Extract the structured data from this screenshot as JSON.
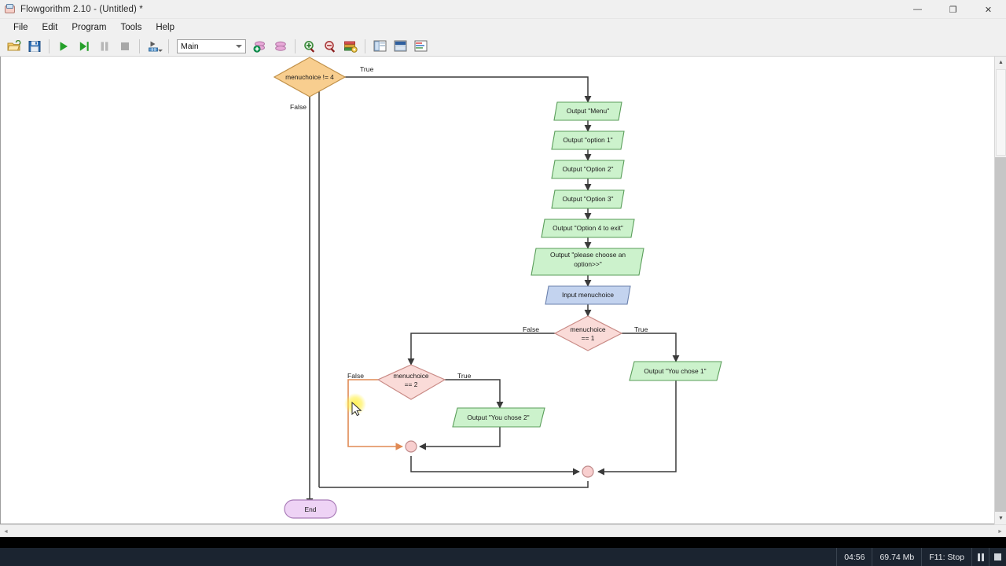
{
  "window": {
    "title": "Flowgorithm 2.10 - (Untitled) *",
    "app_icon": "flowgorithm-icon",
    "minimize": "—",
    "maximize": "❐",
    "close": "✕"
  },
  "menubar": {
    "items": [
      {
        "label": "File"
      },
      {
        "label": "Edit"
      },
      {
        "label": "Program"
      },
      {
        "label": "Tools"
      },
      {
        "label": "Help"
      }
    ]
  },
  "toolbar": {
    "open_label": "Open",
    "save_label": "Save",
    "run_label": "Run",
    "step_label": "Step",
    "pause_label": "Pause",
    "stop_label": "Stop",
    "generate_label": "Generate Code",
    "function_combo_value": "Main",
    "add_function_label": "Add Function",
    "functions_label": "Functions",
    "zoom_in_label": "Zoom In",
    "zoom_out_label": "Zoom Out",
    "attributes_label": "Attributes",
    "view1_label": "View Variables",
    "view2_label": "View Console",
    "view3_label": "View Source"
  },
  "statusbar": {
    "time": "04:56",
    "memory": "69.74 Mb",
    "hotkey": "F11: Stop",
    "pause_label": "Pause",
    "stop_label": "Stop"
  },
  "colors": {
    "output_fill": "#ccf2cc",
    "output_stroke": "#5a9e5a",
    "input_fill": "#c3d3ef",
    "input_stroke": "#6b81ad",
    "decision_fill": "#fadbd8",
    "decision_stroke": "#c98b86",
    "while_fill": "#f8ce8f",
    "while_stroke": "#c09049",
    "end_fill": "#eed3f5",
    "end_stroke": "#a97cb8",
    "connector_fill": "#f8cfcf",
    "connector_stroke": "#c08c8c",
    "line": "#3a3a3a",
    "selected_line": "#e08a54",
    "highlight": "#fff275"
  },
  "flowchart": {
    "while_node": {
      "text": "menuchoice != 4",
      "true_label": "True",
      "false_label": "False"
    },
    "outputs": [
      {
        "text": "Output \"Menu\""
      },
      {
        "text": "Output \"option 1\""
      },
      {
        "text": "Output \"Option 2\""
      },
      {
        "text": "Output \"Option 3\""
      },
      {
        "text": "Output \"Option 4 to exit\""
      }
    ],
    "prompt": {
      "line1": "Output \"please choose an",
      "line2": "option>>\""
    },
    "input_node": {
      "text": "Input menuchoice"
    },
    "decision1": {
      "line1": "menuchoice",
      "line2": "== 1",
      "true_label": "True",
      "false_label": "False"
    },
    "output_choice1": {
      "text": "Output \"You chose 1\""
    },
    "decision2": {
      "line1": "menuchoice",
      "line2": "== 2",
      "true_label": "True",
      "false_label": "False"
    },
    "output_choice2": {
      "text": "Output \"You chose 2\""
    },
    "end_node": {
      "text": "End"
    }
  }
}
